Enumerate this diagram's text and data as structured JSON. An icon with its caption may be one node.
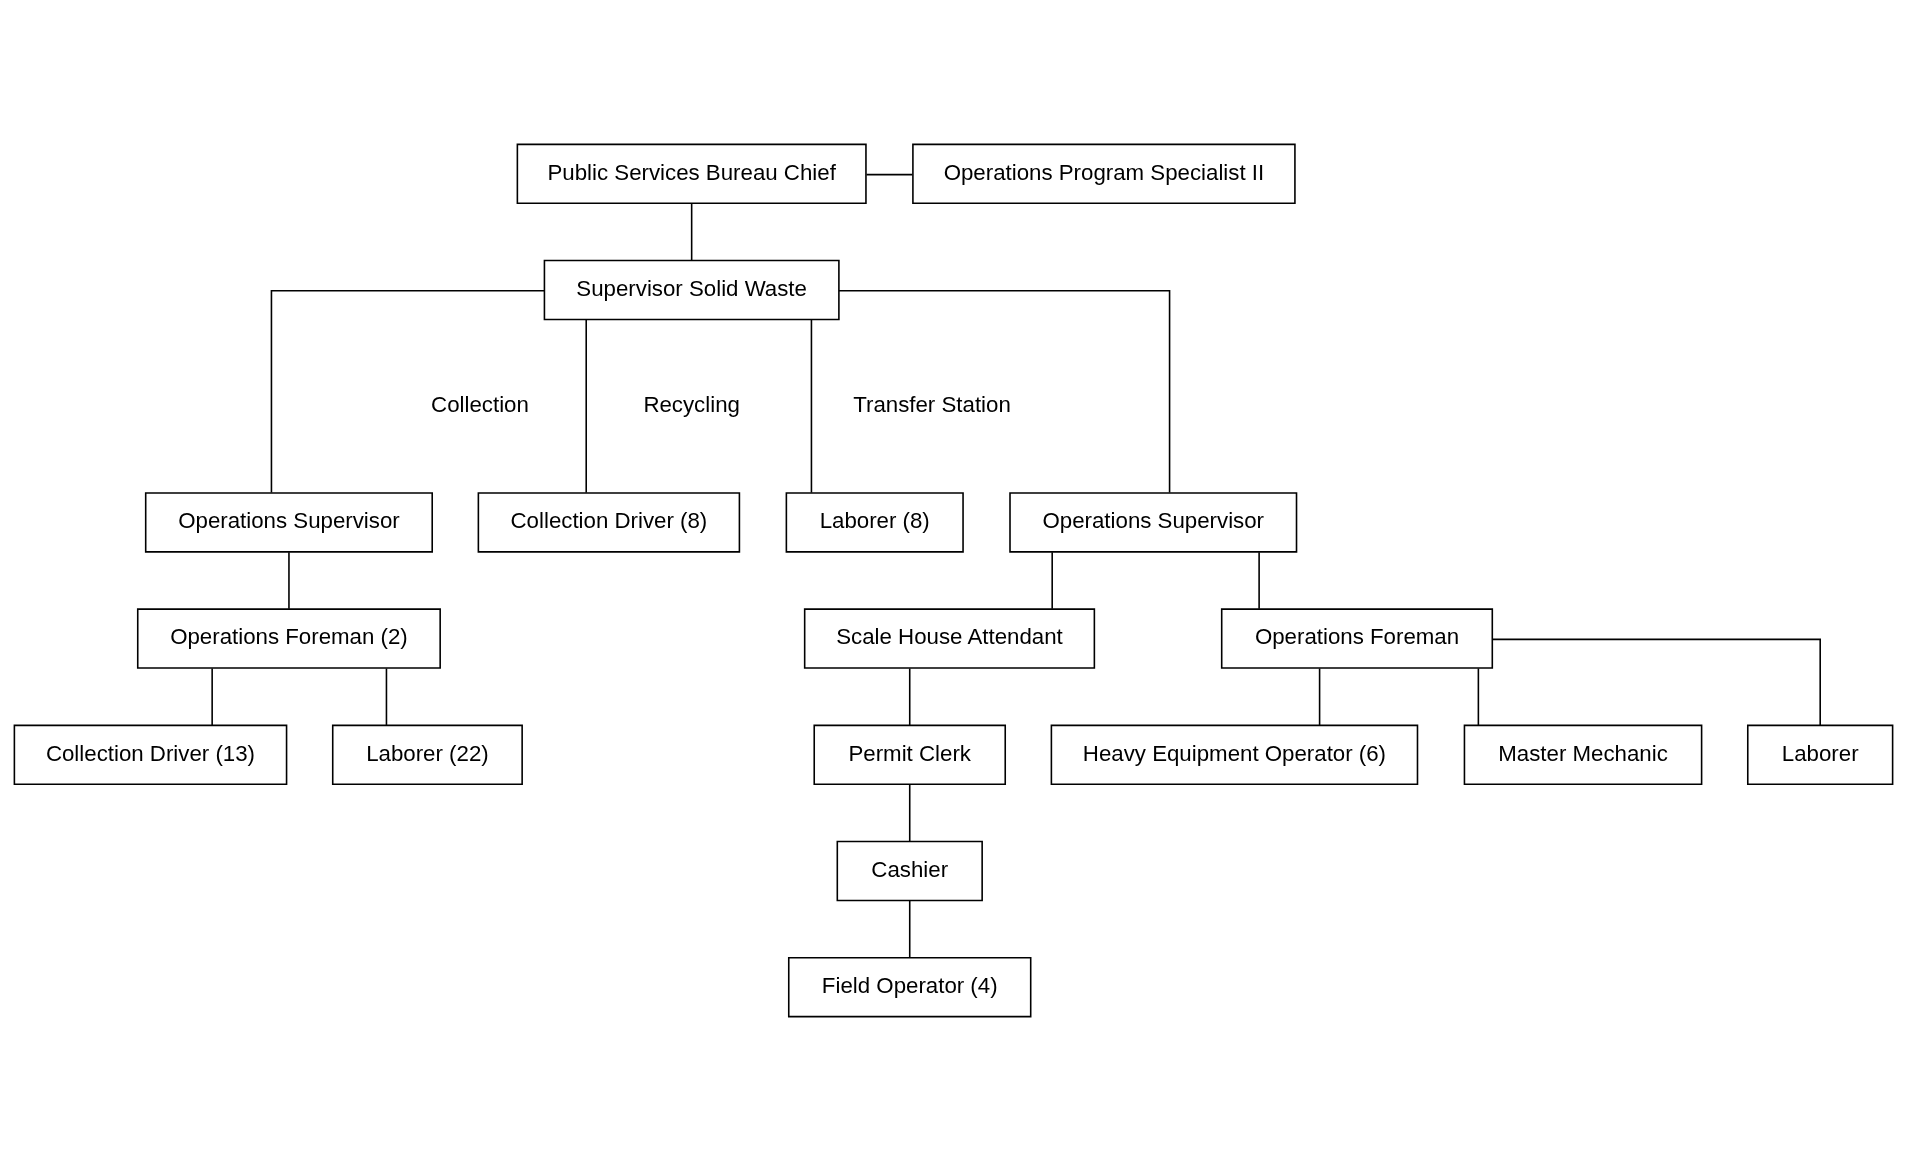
{
  "diagram": {
    "nodes": [
      {
        "text": [
          "Public Services Bureau Chief"
        ]
      },
      {
        "text": [
          "Operations Program Specialist II"
        ]
      },
      {
        "text": [
          "Supervisor Solid Waste"
        ]
      },
      {
        "text": [
          "Operations Supervisor"
        ]
      },
      {
        "text": [
          "Collection Driver (8)"
        ]
      },
      {
        "text": [
          "Laborer (8)"
        ]
      },
      {
        "text": [
          "Operations Supervisor"
        ]
      },
      {
        "text": [
          "Operations Foreman (2)"
        ]
      },
      {
        "text": [
          "Collection Driver (13)"
        ]
      },
      {
        "text": [
          "Laborer (22)"
        ]
      },
      {
        "text": [
          "Operations Foreman"
        ]
      },
      {
        "text": [
          "Scale House Attendant"
        ]
      },
      {
        "text": [
          "Master Mechanic"
        ]
      },
      {
        "text": [
          "Laborer"
        ]
      },
      {
        "text": [
          "Heavy Equipment Operator (6)"
        ]
      },
      {
        "text": [
          "Permit Clerk"
        ]
      },
      {
        "text": [
          "Cashier"
        ]
      },
      {
        "text": [
          "Field Operator (4)"
        ]
      }
    ],
    "edges": [
      {
        "from": 0,
        "to": 1,
        "arrow": "none"
      },
      {
        "from": 0,
        "to": 2,
        "arrow": "none"
      },
      {
        "from": 2,
        "to": 3,
        "arrow": "none"
      },
      {
        "from": 2,
        "to": 4,
        "arrow": "none"
      },
      {
        "from": 2,
        "to": 5,
        "arrow": "none"
      },
      {
        "from": 2,
        "to": 6,
        "arrow": "none"
      },
      {
        "from": 3,
        "to": 7,
        "arrow": "none"
      },
      {
        "from": 7,
        "to": 8,
        "arrow": "none"
      },
      {
        "from": 7,
        "to": 9,
        "arrow": "none"
      },
      {
        "from": 6,
        "to": 10,
        "arrow": "none"
      },
      {
        "from": 6,
        "to": 11,
        "arrow": "none"
      },
      {
        "from": 10,
        "to": 12,
        "arrow": "none"
      },
      {
        "from": 10,
        "to": 13,
        "arrow": "none"
      },
      {
        "from": 10,
        "to": 14,
        "arrow": "none"
      },
      {
        "from": 11,
        "to": 15,
        "arrow": "none"
      },
      {
        "from": 15,
        "to": 16,
        "arrow": "none"
      },
      {
        "from": 16,
        "to": 17,
        "arrow": "none"
      }
    ],
    "labels": [
      "Collection",
      "Recycling",
      "Transfer Station"
    ]
  }
}
